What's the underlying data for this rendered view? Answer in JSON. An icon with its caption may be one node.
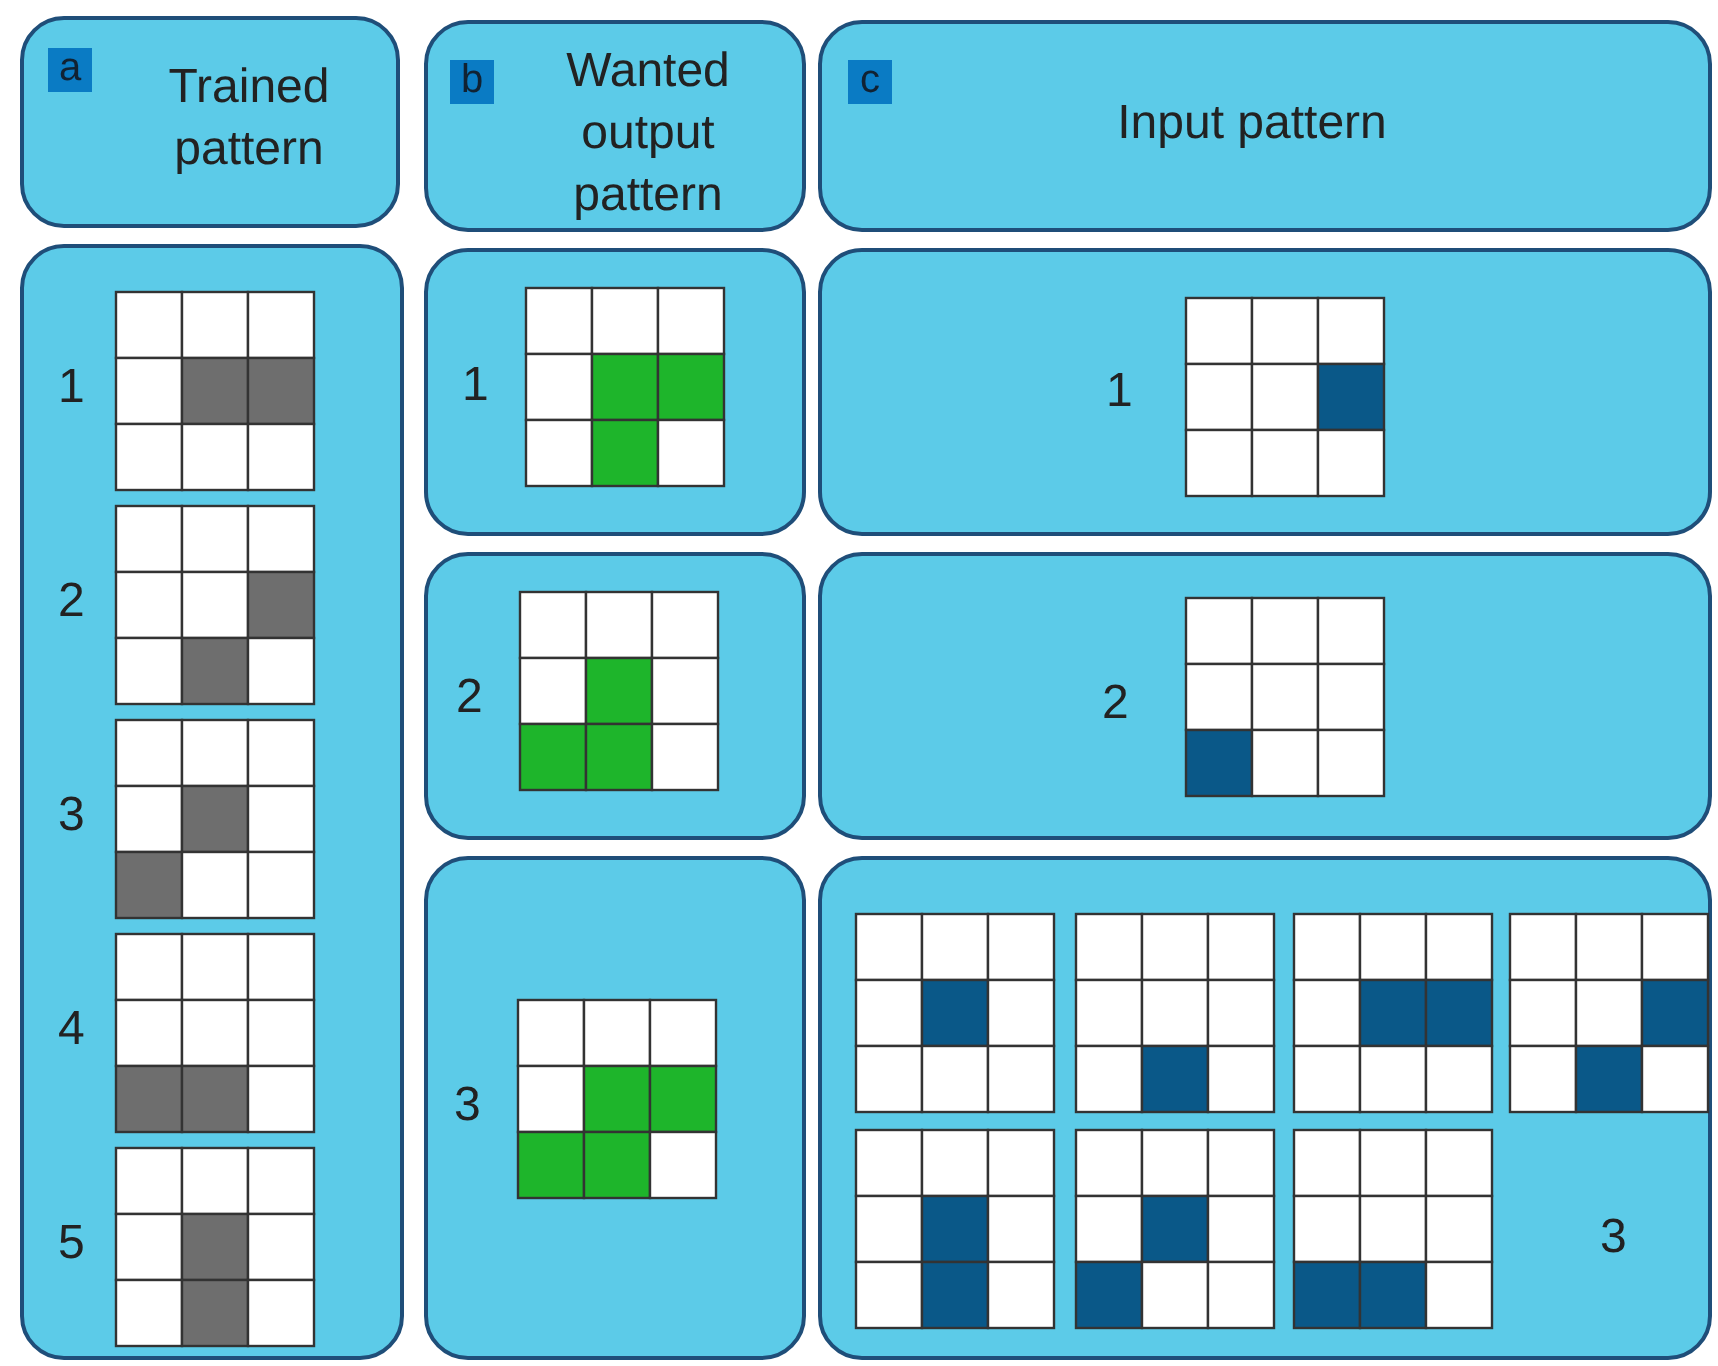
{
  "diagram": {
    "nodes": [
      {
        "text": [
          "a",
          "Trained pattern"
        ]
      },
      {
        "text": [
          "b",
          "Wanted output pattern"
        ]
      },
      {
        "text": [
          "c",
          "Input pattern"
        ]
      },
      {
        "text": [
          "1",
          "2",
          "3",
          "4",
          "5"
        ]
      },
      {
        "text": [
          "1"
        ]
      },
      {
        "text": [
          "2"
        ]
      },
      {
        "text": [
          "3"
        ]
      },
      {
        "text": [
          "1"
        ]
      },
      {
        "text": [
          "2"
        ]
      },
      {
        "text": [
          "3"
        ]
      }
    ]
  }
}
